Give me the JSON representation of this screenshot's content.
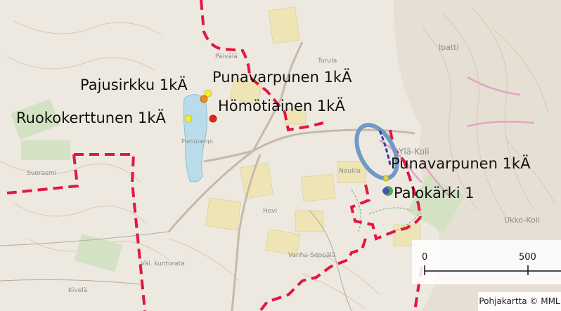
{
  "map": {
    "place_labels": {
      "paivala": "Päivälä",
      "turula": "Turula",
      "pumulampi": "Pumulampi",
      "suorasmi": "Suorasmi",
      "hovi": "Hovi",
      "noulila": "Noulila",
      "yla_koli": "Ylä-Koli",
      "vanha_seppala": "Vanha-Seppälä",
      "kuntorata": "Väl. kuntorata",
      "kivela": "Kivelä",
      "ukko_koli": "Ukko-Koli",
      "ipatti": "Ipatti"
    },
    "observations": [
      {
        "name": "Pajusirkku 1kÄ",
        "color": "#f3ef36"
      },
      {
        "name": "Punavarpunen 1kÄ",
        "color": "#f08a1c"
      },
      {
        "name": "Hömötiainen 1kÄ",
        "color": "#e8231b"
      },
      {
        "name": "Ruokokerttunen 1kÄ",
        "color": "#f3ef36"
      },
      {
        "name": "Punavarpunen 1kÄ",
        "color": "#d8d84a"
      },
      {
        "name": "Palokärki 1",
        "color": "#4a4fbf"
      }
    ],
    "scale_bar": {
      "start": "0",
      "end": "500"
    },
    "attribution": "Pohjakartta © MML",
    "colors": {
      "boundary": "#e3173f",
      "water": "#b9dceb",
      "highlight_ellipse": "#6f9ac7"
    }
  }
}
